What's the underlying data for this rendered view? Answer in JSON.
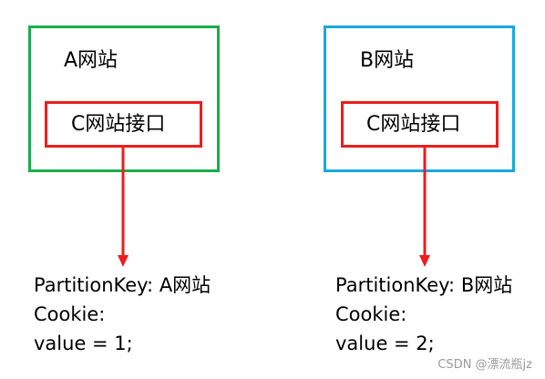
{
  "site_a": {
    "title": "A网站",
    "api_label": "C网站接口",
    "partition_key": "PartitionKey: A网站",
    "cookie_label": "Cookie:",
    "cookie_value": "value = 1;"
  },
  "site_b": {
    "title": "B网站",
    "api_label": "C网站接口",
    "partition_key": "PartitionKey: B网站",
    "cookie_label": "Cookie:",
    "cookie_value": "value = 2;"
  },
  "watermark": "CSDN @漂流瓶jz",
  "colors": {
    "site_a_border": "#1aad4b",
    "site_b_border": "#17a8e0",
    "api_border": "#ee1c1c",
    "arrow": "#ee1c1c"
  }
}
